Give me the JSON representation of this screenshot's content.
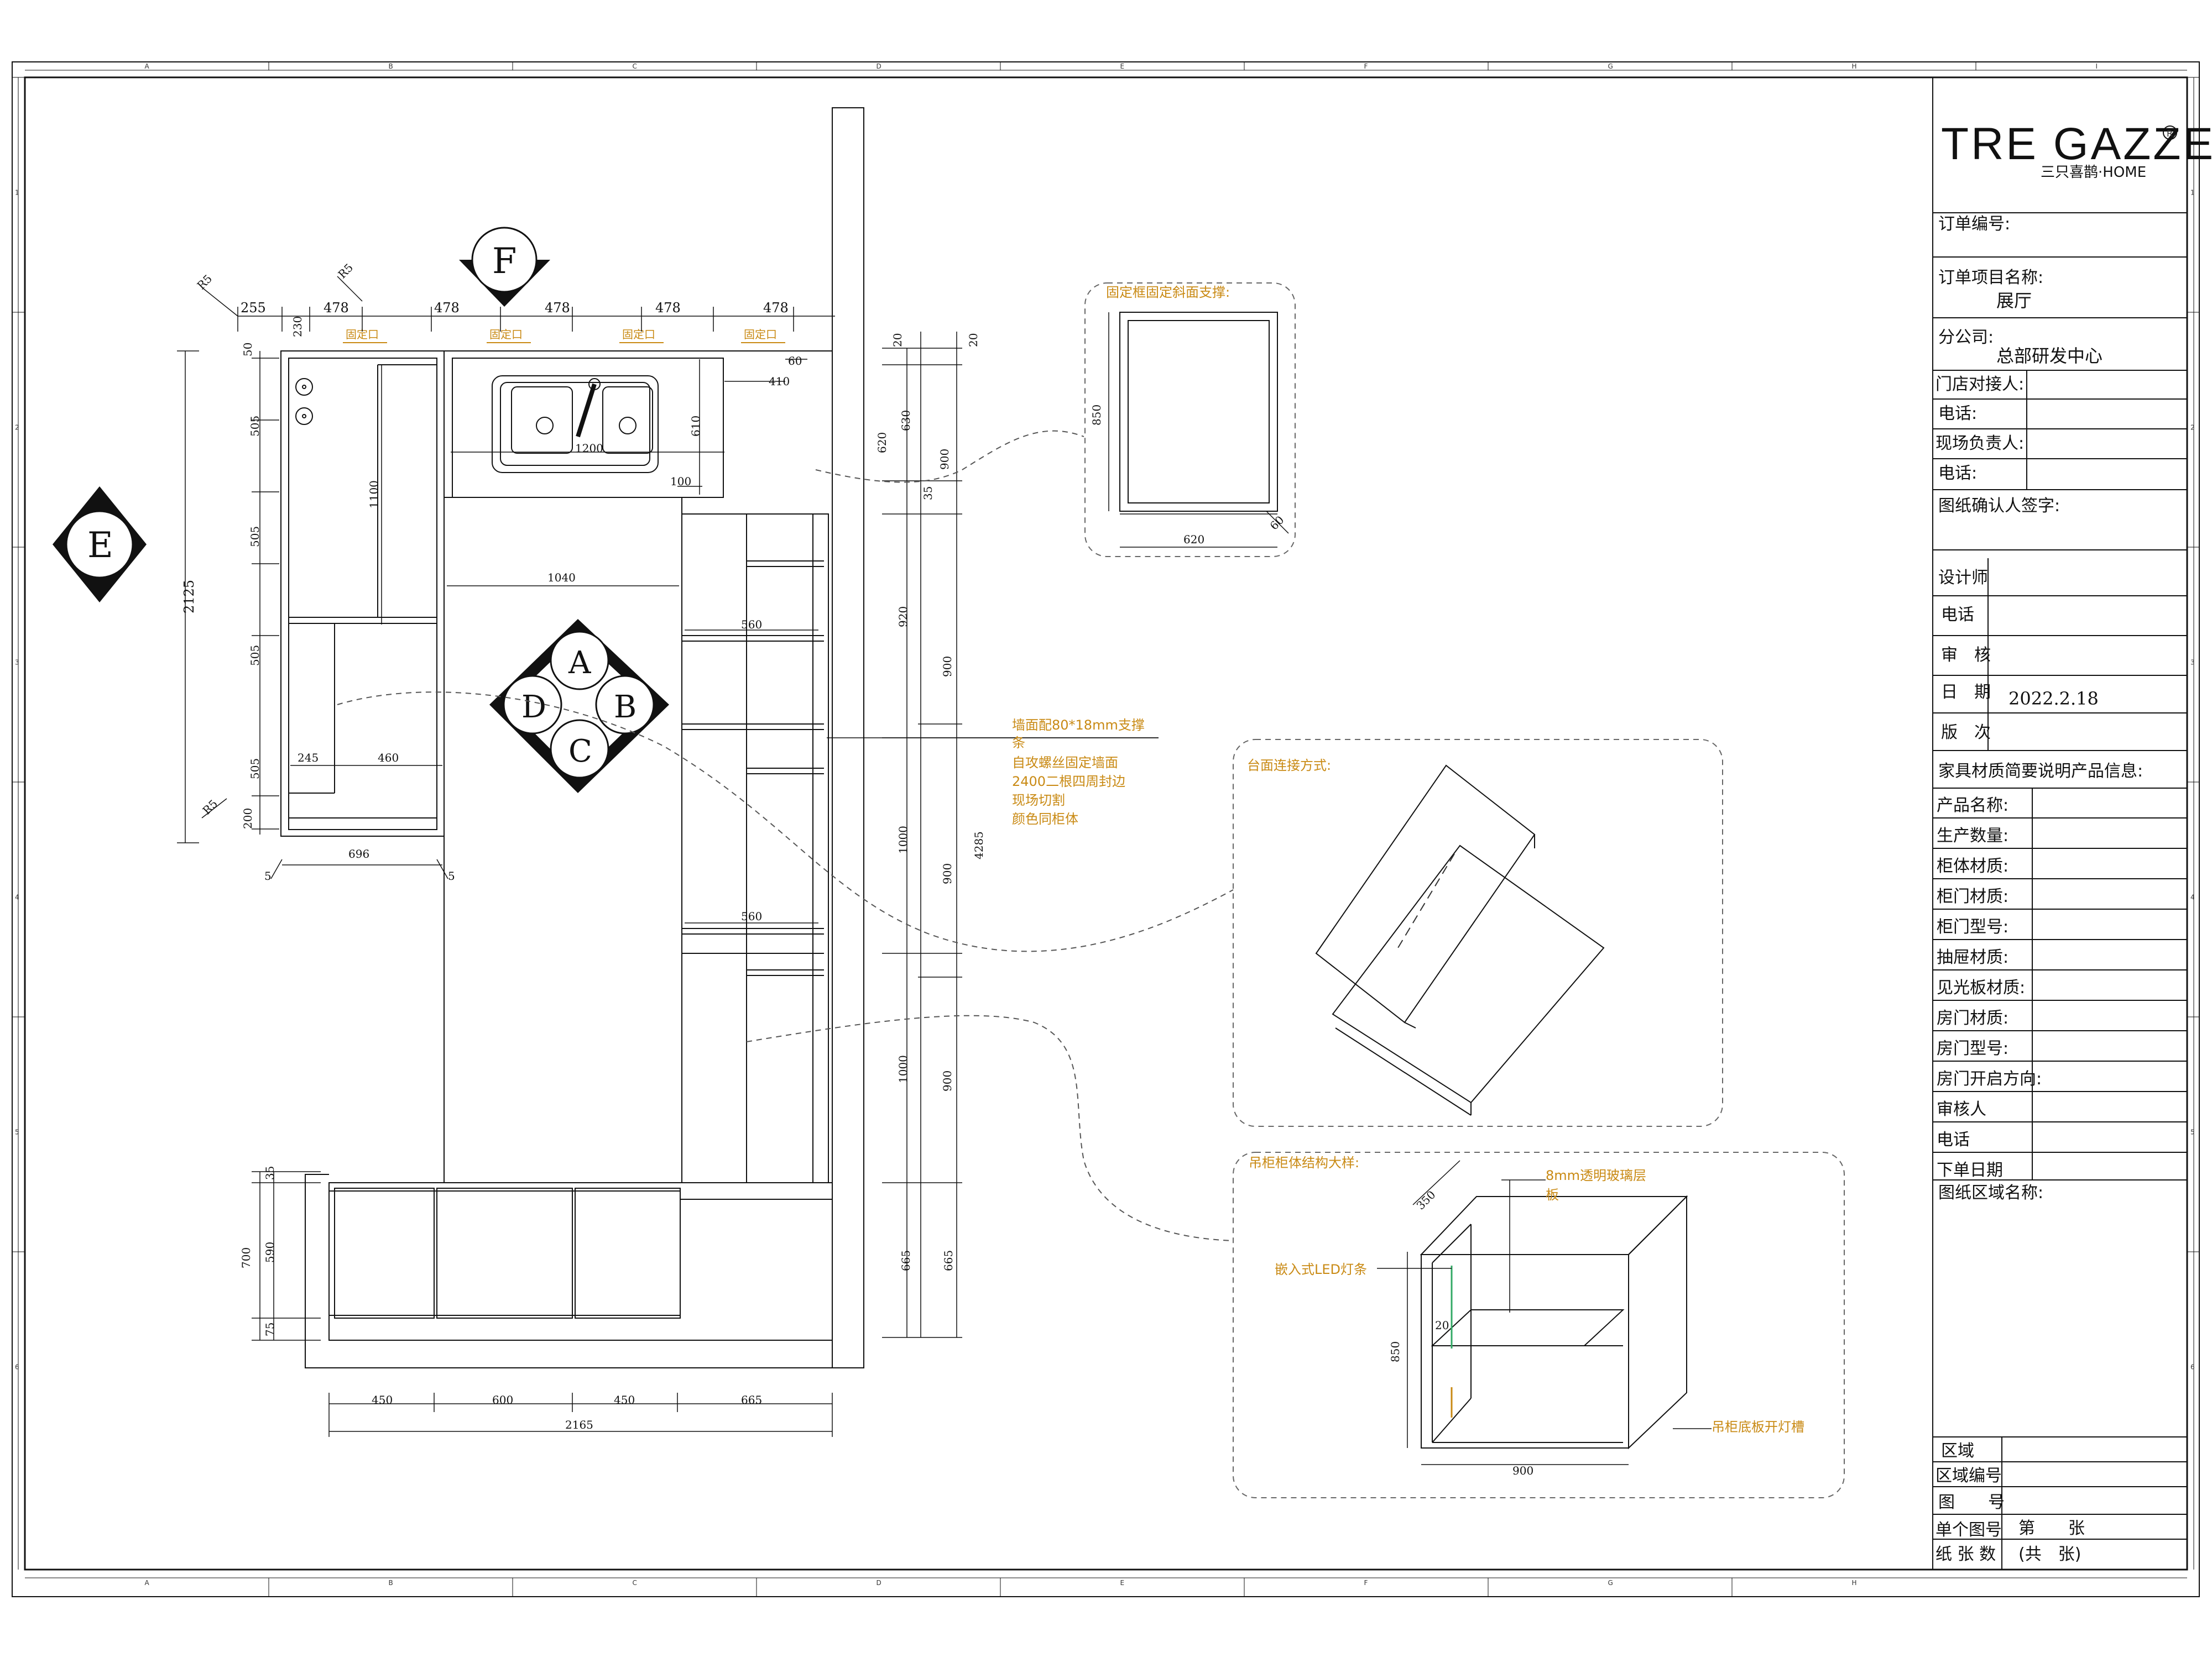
{
  "border": {
    "top_columns": [
      "A",
      "B",
      "C",
      "D",
      "E",
      "F",
      "G",
      "H",
      "I"
    ],
    "bottom_columns": [
      "A",
      "B",
      "C",
      "D",
      "E",
      "F",
      "G",
      "H"
    ],
    "rows": [
      "1",
      "2",
      "3",
      "4",
      "5",
      "6"
    ]
  },
  "title_block": {
    "logo_main": "TRE GAZZE",
    "logo_reg": "R",
    "logo_sub": "三只喜鹊·HOME",
    "order_no_label": "订单编号:",
    "project_label": "订单项目名称:",
    "project_value": "展厅",
    "branch_label": "分公司:",
    "branch_value": "总部研发中心",
    "store_contact_label": "门店对接人:",
    "phone1_label": "电话:",
    "site_manager_label": "现场负责人:",
    "phone2_label": "电话:",
    "confirm_label": "图纸确认人签字:",
    "designer_label": "设计师",
    "designer_phone_label": "电话",
    "review_label": "审　核",
    "date_label": "日　期",
    "date_value": "2022.2.18",
    "version_label": "版　次",
    "material_note_label": "家具材质简要说明产品信息:",
    "fields": [
      "产品名称:",
      "生产数量:",
      "柜体材质:",
      "柜门材质:",
      "柜门型号:",
      "抽屉材质:",
      "见光板材质:",
      "房门材质:",
      "房门型号:",
      "房门开启方向:",
      "审核人",
      "电话",
      "下单日期"
    ],
    "area_name_label": "图纸区域名称:",
    "area_label": "区域",
    "area_no_label": "区域编号",
    "drawing_no_label": "图　　号",
    "single_no_label": "单个图号",
    "sheet_count_label": "纸 张 数",
    "sheet_no": "第　　张",
    "sheet_total": "(共　张)"
  },
  "plan": {
    "elevation_marks": {
      "A": "A",
      "B": "B",
      "C": "C",
      "D": "D",
      "E": "E",
      "F": "F"
    },
    "top_dims": [
      "255",
      "478",
      "478",
      "478",
      "478",
      "478",
      "R5",
      "R5",
      "230"
    ],
    "left_dims": [
      "50",
      "505",
      "505",
      "505",
      "505",
      "200",
      "2125",
      "R5"
    ],
    "inner_dims": {
      "d1100": "1100",
      "d1200": "1200",
      "d610": "610",
      "d410": "410",
      "d60": "60",
      "d100": "100",
      "d1040": "1040",
      "d560a": "560",
      "d560b": "560",
      "d245": "245",
      "d460": "460",
      "d696": "696",
      "d5a": "5",
      "d5b": "5"
    },
    "fixed_labels": [
      "固定口",
      "固定口",
      "固定口",
      "固定口"
    ],
    "right_dims": {
      "d20a": "20",
      "d20b": "20",
      "d620": "620",
      "d630": "630",
      "d900a": "900",
      "d35": "35",
      "d920": "920",
      "d900b": "900",
      "d1000a": "1000",
      "d900c": "900",
      "d4285": "4285",
      "d1000b": "1000",
      "d900d": "900",
      "d665a": "665",
      "d665b": "665"
    },
    "bottom_left_dims": {
      "d35": "35",
      "d700": "700",
      "d590": "590",
      "d75": "75"
    },
    "bottom_dims": [
      "450",
      "600",
      "450",
      "665"
    ],
    "bottom_total": "2165",
    "wall_note": [
      "墙面配80*18mm支撑",
      "条",
      "自攻螺丝固定墙面",
      "2400二根四周封边",
      "现场切割",
      "颜色同柜体"
    ]
  },
  "detail1": {
    "title": "固定框固定斜面支撑:",
    "dim_h": "850",
    "dim_w": "620",
    "dim_d": "60"
  },
  "detail2": {
    "title": "台面连接方式:"
  },
  "detail3": {
    "title": "吊柜柜体结构大样:",
    "glass_note_1": "8mm透明玻璃层",
    "glass_note_2": "板",
    "led_note": "嵌入式LED灯条",
    "groove_note": "吊柜底板开灯槽",
    "dim_depth": "350",
    "dim_h": "850",
    "dim_20": "20",
    "dim_w": "900"
  }
}
